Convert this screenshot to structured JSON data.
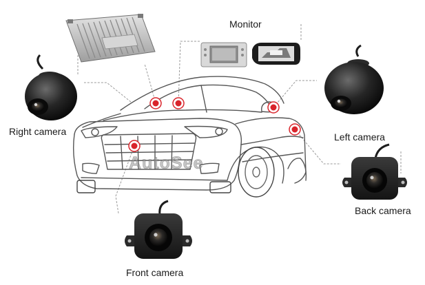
{
  "labels": {
    "monitor": "Monitor",
    "right_camera": "Right camera",
    "left_camera": "Left camera",
    "back_camera": "Back camera",
    "front_camera": "Front camera"
  },
  "watermark": "AutoSee",
  "colors": {
    "marker": "#d9242b",
    "leader_line": "#9a9a9a",
    "car_outline": "#555555",
    "camera_body": "#1e1e1e"
  }
}
